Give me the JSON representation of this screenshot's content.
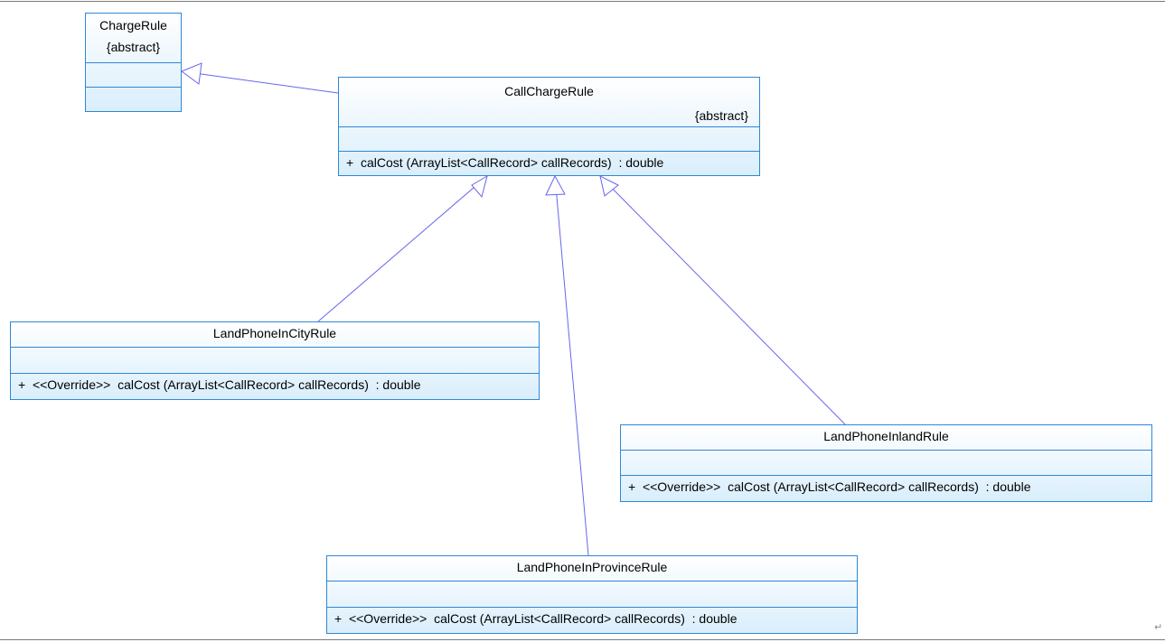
{
  "classes": {
    "charge_rule": {
      "name": "ChargeRule",
      "stereotype": "{abstract}"
    },
    "call_charge_rule": {
      "name": "CallChargeRule",
      "stereotype": "{abstract}",
      "operation": "+  calCost (ArrayList<CallRecord> callRecords)  : double"
    },
    "land_phone_in_city_rule": {
      "name": "LandPhoneInCityRule",
      "operation": "+  <<Override>>  calCost (ArrayList<CallRecord> callRecords)  : double"
    },
    "land_phone_inland_rule": {
      "name": "LandPhoneInlandRule",
      "operation": "+  <<Override>>  calCost (ArrayList<CallRecord> callRecords)  : double"
    },
    "land_phone_in_province_rule": {
      "name": "LandPhoneInProvinceRule",
      "operation": "+  <<Override>>  calCost (ArrayList<CallRecord> callRecords)  : double"
    }
  },
  "relations": [
    {
      "type": "generalization",
      "from": "CallChargeRule",
      "to": "ChargeRule"
    },
    {
      "type": "generalization",
      "from": "LandPhoneInCityRule",
      "to": "CallChargeRule"
    },
    {
      "type": "generalization",
      "from": "LandPhoneInProvinceRule",
      "to": "CallChargeRule"
    },
    {
      "type": "generalization",
      "from": "LandPhoneInlandRule",
      "to": "CallChargeRule"
    }
  ],
  "colors": {
    "box_border": "#2f87d6",
    "box_fill_top": "#ffffff",
    "box_fill_bottom": "#d9eefc",
    "edge": "#6666ee"
  },
  "page": {
    "paragraph_mark": "↵"
  }
}
